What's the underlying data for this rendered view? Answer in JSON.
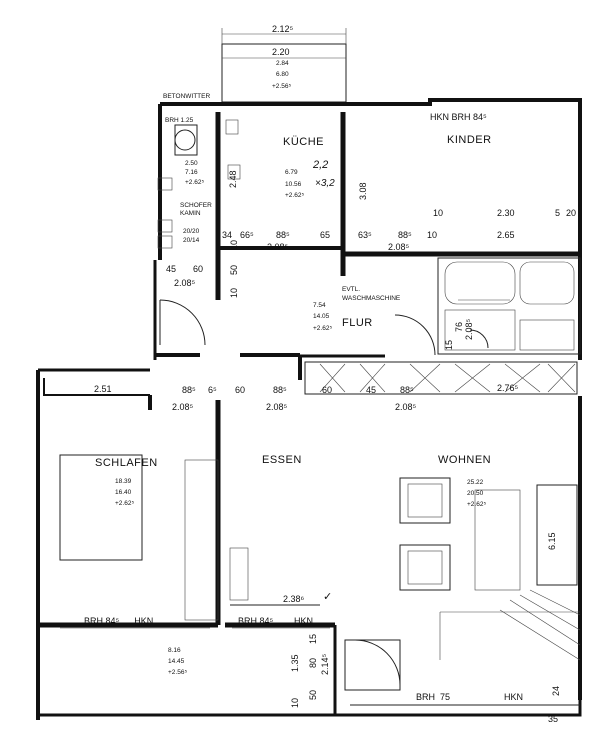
{
  "rooms": {
    "kueche": "KÜCHE",
    "kinder": "KINDER",
    "flur": "FLUR",
    "schlafen": "SCHLAFEN",
    "essen": "ESSEN",
    "wohnen": "WOHNEN"
  },
  "notes": {
    "waschmaschine_1": "EVTL.",
    "waschmaschine_2": "WASCHMASCHINE",
    "schofer_kamin_1": "SCHOFER",
    "schofer_kamin_2": "KAMIN",
    "betonwitter": "BETONWITTER",
    "handwritten_22": "2,2",
    "handwritten_x": "×3,2",
    "handwritten_check": "✓"
  },
  "room_areas": {
    "kueche": [
      "6.79",
      "10.56",
      "+2.62⁵"
    ],
    "kinder_wc": [
      "2.50",
      "7.16",
      "+2.62⁵"
    ],
    "kamin": [
      "20/20",
      "20/14"
    ],
    "flur": [
      "7.54",
      "14.05",
      "+2.62⁵"
    ],
    "schlafen": [
      "18.39",
      "16.40",
      "+2.62⁵"
    ],
    "wohnen": [
      "25.22",
      "20.50",
      "+2.62⁵"
    ],
    "balkon_top": [
      "2.84",
      "6.80",
      "+2.56⁵"
    ],
    "balkon_bottom": [
      "8.16",
      "14.45",
      "+2.56⁵"
    ]
  },
  "dimensions": {
    "top_balcony_outer": "2.12⁵",
    "top_balcony_inner": "2.20",
    "brh_kueche": "BRH 1.25",
    "hkn_brh_kinder": "HKN  BRH 84⁵",
    "kueche_height": "2.48",
    "kinder_wall": "3.08",
    "d_34": "34",
    "d_665": "66⁵",
    "d_885a": "88⁵",
    "d_65": "65",
    "d_635": "63⁵",
    "d_885b": "88⁵",
    "d_10a": "10",
    "d_230": "2.30",
    "d_5": "5",
    "d_20": "20",
    "d_2085a": "2.08⁵",
    "d_2085b": "2.08⁵",
    "d_10b": "10",
    "d_265": "2.65",
    "d_45": "45",
    "d_60a": "60",
    "d_2085c": "2.08⁵",
    "d_50": "50",
    "d_10c": "10",
    "d_10d": "10",
    "d_76": "76",
    "d_2085d": "2.08⁵",
    "d_15": "15",
    "d_251": "2.51",
    "d_885c": "88⁵",
    "d_65b": "6⁵",
    "d_60b": "60",
    "d_885d": "88⁵",
    "d_60c": "60",
    "d_45b": "45",
    "d_885e": "88⁵",
    "d_276": "2.76⁵",
    "d_2085e": "2.08⁵",
    "d_2085f": "2.08⁵",
    "d_2085g": "2.08⁵",
    "d_615": "6.15",
    "d_2386": "2.38⁶",
    "brh_hkn_left": "BRH 84⁵      HKN",
    "hkn": "HKN",
    "brh_mid": "BRH 84⁵",
    "d_135": "1.35",
    "d_15b": "15",
    "d_80": "80",
    "d_2145": "2.14⁵",
    "d_50b": "50",
    "d_10e": "10",
    "brh_75": "BRH  75",
    "hkn_bottom": "HKN",
    "d_24": "24",
    "d_35": "35"
  }
}
